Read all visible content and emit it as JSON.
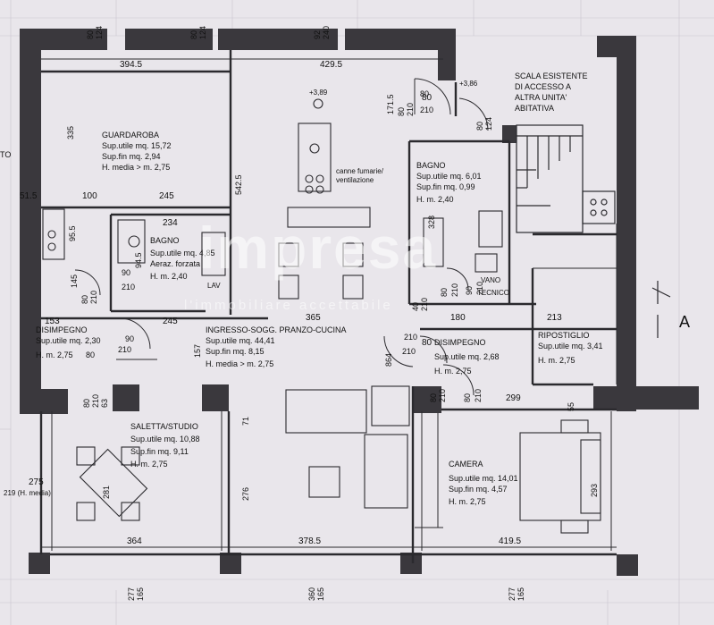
{
  "sheet_mark": "A",
  "left_edge_text": "TO",
  "stair_note": [
    "SCALA ESISTENTE",
    "DI ACCESSO A",
    "ALTRA UNITA'",
    "ABITATIVA"
  ],
  "watermark": {
    "brand": "impresa",
    "tagline": "l'immobiliare accettabile"
  },
  "levels": [
    "+3,89",
    "+3,86"
  ],
  "rooms": [
    {
      "id": "guardaroba",
      "lines": [
        "GUARDAROBA",
        "Sup.utile mq. 15,72",
        "Sup.fin mq. 2,94",
        "H. media > m. 2,75"
      ]
    },
    {
      "id": "bagno-main",
      "lines": [
        "BAGNO",
        "Sup.utile mq. 4,85",
        "Aeraz. forzata",
        "H. m. 2,40"
      ]
    },
    {
      "id": "bagno-2",
      "lines": [
        "BAGNO",
        "Sup.utile mq. 6,01",
        "Sup.fin mq. 0,99",
        "H. m. 2,40"
      ]
    },
    {
      "id": "disimpegno-left",
      "lines": [
        "DISIMPEGNO",
        "Sup.utile mq. 2,30",
        "H. m. 2,75"
      ]
    },
    {
      "id": "ingresso",
      "lines": [
        "INGRESSO-SOGG. PRANZO-CUCINA",
        "Sup.utile mq. 44,41",
        "Sup.fin mq. 8,15",
        "H. media > m. 2,75"
      ]
    },
    {
      "id": "disimpegno-right",
      "lines": [
        "DISIMPEGNO",
        "Sup.utile mq. 2,68",
        "H. m. 2,75"
      ]
    },
    {
      "id": "ripostiglio",
      "lines": [
        "RIPOSTIGLIO",
        "Sup.utile mq. 3,41",
        "H. m. 2,75"
      ]
    },
    {
      "id": "saletta",
      "lines": [
        "SALETTA/STUDIO",
        "Sup.utile mq. 10,88",
        "Sup.fin mq. 9,11",
        "H. m. 2,75"
      ]
    },
    {
      "id": "camera",
      "lines": [
        "CAMERA",
        "Sup.utile mq. 14,01",
        "Sup.fin mq. 4,57",
        "H. m. 2,75"
      ]
    }
  ],
  "annotations": {
    "canne": [
      "canne fumarie/",
      "ventilazione"
    ],
    "vano": [
      "VANO",
      "TECNICO"
    ],
    "lav": "LAV",
    "h_media_left": "219 (H. media)"
  },
  "dimensions": {
    "horizontal": [
      "394.5",
      "429.5",
      "51.5",
      "100",
      "245",
      "234",
      "153",
      "245",
      "365",
      "180",
      "213",
      "299",
      "275",
      "364",
      "378.5",
      "419.5",
      "80",
      "80"
    ],
    "vertical": [
      "80",
      "124",
      "80",
      "124",
      "92",
      "240",
      "80",
      "124",
      "80",
      "210",
      "80",
      "210",
      "80",
      "210",
      "80",
      "210",
      "80",
      "210",
      "80",
      "210",
      "80",
      "210",
      "80",
      "210",
      "90",
      "210",
      "90",
      "210",
      "90",
      "210",
      "90",
      "210",
      "335",
      "542.5",
      "171.5",
      "95.5",
      "145",
      "94.5",
      "157",
      "71",
      "276",
      "864",
      "281",
      "328",
      "55",
      "293",
      "277",
      "165",
      "360",
      "165",
      "277",
      "165",
      "40",
      "210",
      "63"
    ]
  }
}
